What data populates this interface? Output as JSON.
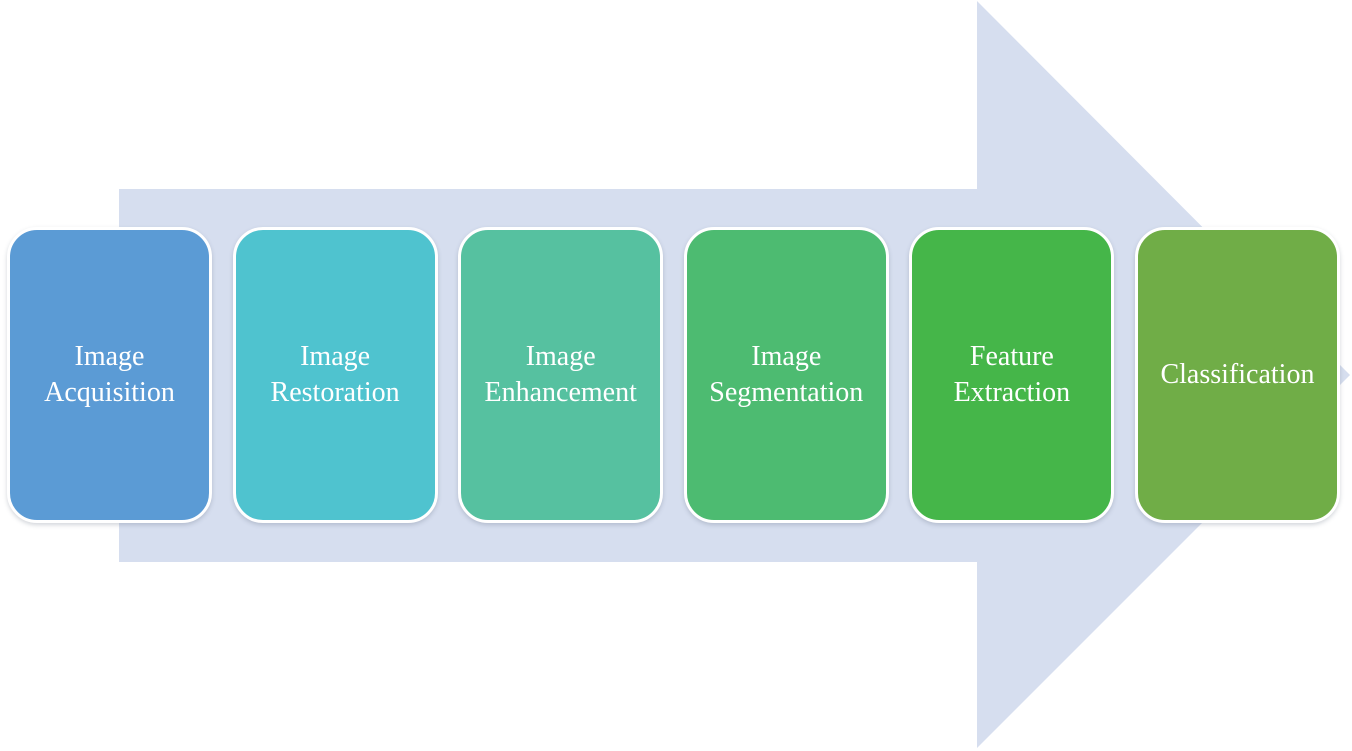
{
  "diagram": {
    "type": "process-flow-arrow",
    "direction": "right",
    "background_color": "#FFFFFF",
    "arrow": {
      "color": "#D6DEEF",
      "description": "large right-pointing block arrow behind the stages"
    },
    "text_color": "#FFFFFF",
    "stages": [
      {
        "label": "Image Acquisition",
        "color": "#5B9BD5"
      },
      {
        "label": "Image Restoration",
        "color": "#4FC3CF"
      },
      {
        "label": "Image Enhancement",
        "color": "#56C1A0"
      },
      {
        "label": "Image Segmentation",
        "color": "#4DBB71"
      },
      {
        "label": "Feature Extraction",
        "color": "#45B649"
      },
      {
        "label": "Classification",
        "color": "#70AD47"
      }
    ]
  }
}
